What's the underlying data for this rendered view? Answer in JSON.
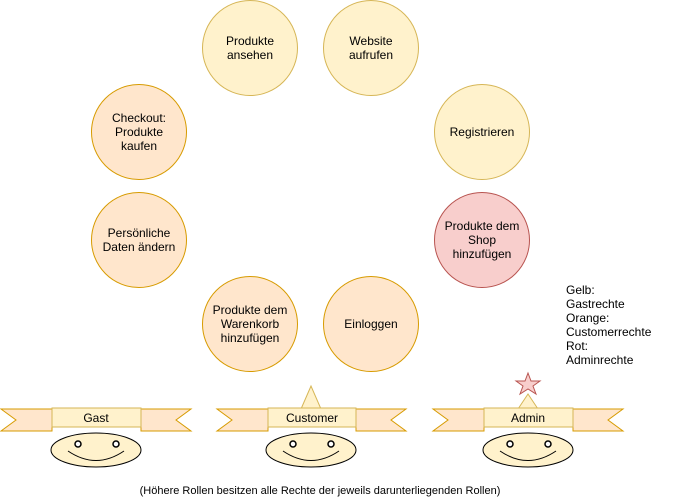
{
  "nodes": [
    {
      "id": "produkte-ansehen",
      "label": "Produkte\nansehen",
      "color": "yellow"
    },
    {
      "id": "website-aufrufen",
      "label": "Website aufrufen",
      "color": "yellow"
    },
    {
      "id": "registrieren",
      "label": "Registrieren",
      "color": "yellow"
    },
    {
      "id": "checkout",
      "label": "Checkout:\nProdukte kaufen",
      "color": "orange"
    },
    {
      "id": "persoenliche-daten",
      "label": "Persönliche\nDaten ändern",
      "color": "orange"
    },
    {
      "id": "produkte-shop",
      "label": "Produkte dem\nShop hinzufügen",
      "color": "red"
    },
    {
      "id": "produkte-warenkorb",
      "label": "Produkte dem\nWarenkorb\nhinzufügen",
      "color": "orange"
    },
    {
      "id": "einloggen",
      "label": "Einloggen",
      "color": "orange"
    }
  ],
  "roles": [
    {
      "label": "Gast",
      "badge": "none"
    },
    {
      "label": "Customer",
      "badge": "spike"
    },
    {
      "label": "Admin",
      "badge": "star"
    }
  ],
  "legend": [
    "Gelb:",
    "Gastrechte",
    "Orange:",
    "Customerrechte",
    "Rot:",
    "Adminrechte"
  ],
  "footnote": "(Höhere Rollen besitzen alle Rechte der jeweils darunterliegenden Rollen)",
  "colors": {
    "yellow_fill": "#fff2cc",
    "yellow_stroke": "#d6b656",
    "orange_fill": "#ffe6cc",
    "orange_stroke": "#d79b00",
    "red_fill": "#f8cecc",
    "red_stroke": "#b85450"
  }
}
